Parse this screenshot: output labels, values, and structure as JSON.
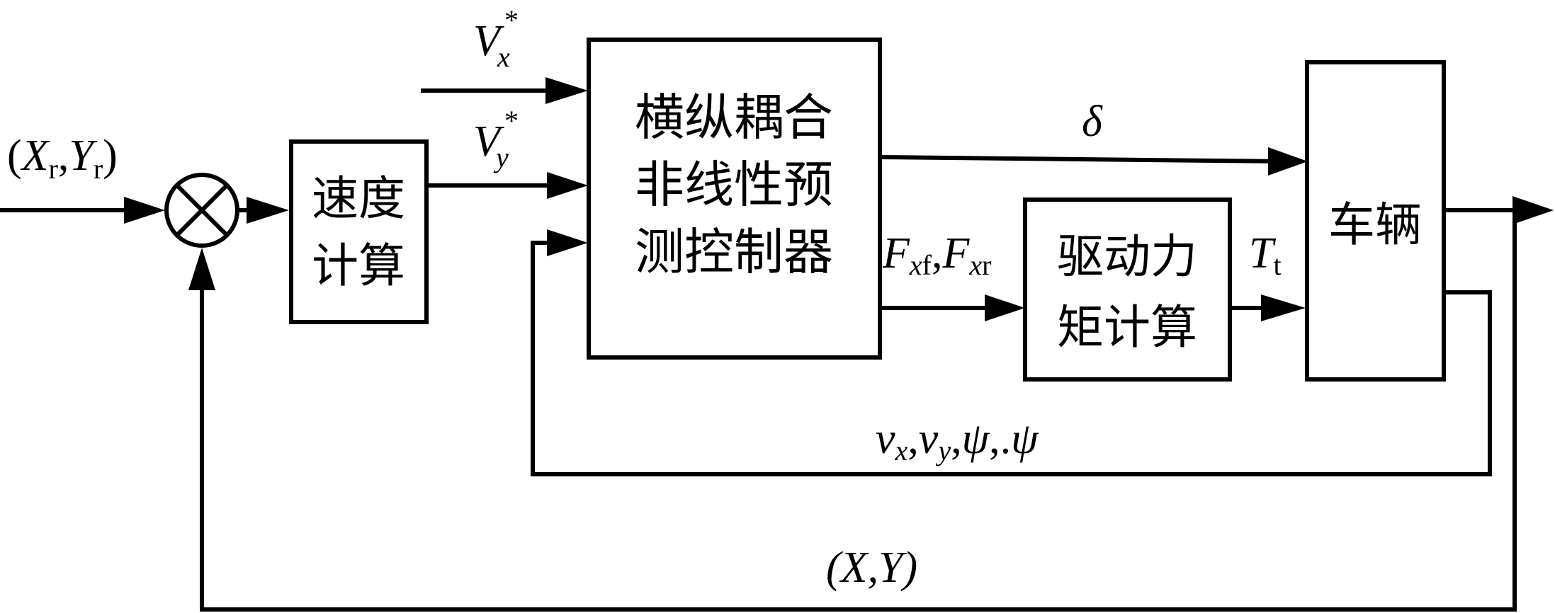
{
  "diagram": {
    "type": "control-block-diagram",
    "blocks": {
      "speed_calc": {
        "line1": "速度",
        "line2": "计算"
      },
      "controller": {
        "line1": "横纵耦合",
        "line2": "非线性预",
        "line3": "测控制器"
      },
      "drive_torque": {
        "line1": "驱动力",
        "line2": "矩计算"
      },
      "vehicle": {
        "line1": "车辆"
      }
    },
    "summing_junction": {
      "symbol": "multiply-cross"
    },
    "signals": {
      "reference_input": {
        "open": "(",
        "X": "X",
        "X_sub": "r",
        "comma": ",",
        "Y": "Y",
        "Y_sub": "r",
        "close": ")"
      },
      "vx_ref": {
        "base": "V",
        "sub": "x",
        "sup": "*"
      },
      "vy_ref": {
        "base": "V",
        "sub": "y",
        "sup": "*"
      },
      "steer": {
        "symbol": "δ"
      },
      "forces": {
        "F1": "F",
        "F1_sub_i": "x",
        "F1_sub": "f",
        "comma": ",",
        "F2": "F",
        "F2_sub_i": "x",
        "F2_sub": "r"
      },
      "torque": {
        "base": "T",
        "sub": "t"
      },
      "state_feedback": {
        "v1": "v",
        "v1_sub": "x",
        "c1": ",",
        "v2": "v",
        "v2_sub": "y",
        "c2": ",",
        "psi": "ψ",
        "c3": ",.",
        "psi_dot": "ψ"
      },
      "position_feedback": {
        "text": "(X,Y)"
      }
    }
  }
}
